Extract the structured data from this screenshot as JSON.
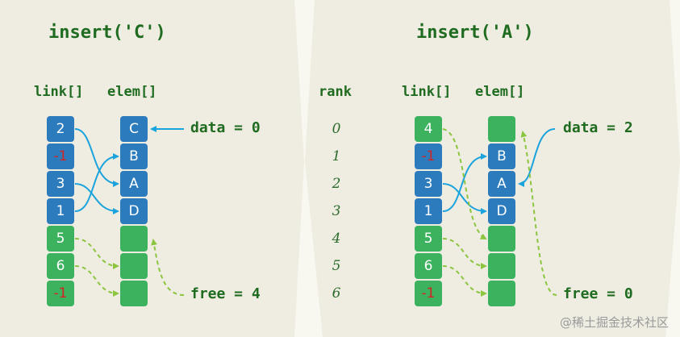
{
  "colors": {
    "blue": "#2b7bbd",
    "green": "#3cb25f",
    "negative": "#d42424",
    "text": "#1f6b20",
    "arrow_blue": "#1aa3dc",
    "arrow_green": "#8cc53f"
  },
  "ranks": [
    "0",
    "1",
    "2",
    "3",
    "4",
    "5",
    "6"
  ],
  "rank_header": "rank",
  "panels": [
    {
      "title": "insert('C')",
      "link_header": "link[]",
      "elem_header": "elem[]",
      "link": [
        {
          "text": "2",
          "color": "blue"
        },
        {
          "text": "-1",
          "color": "blue",
          "negative": true
        },
        {
          "text": "3",
          "color": "blue"
        },
        {
          "text": "1",
          "color": "blue"
        },
        {
          "text": "5",
          "color": "green"
        },
        {
          "text": "6",
          "color": "green"
        },
        {
          "text": "-1",
          "color": "green",
          "negative": true
        }
      ],
      "elem": [
        {
          "text": "C",
          "color": "blue"
        },
        {
          "text": "B",
          "color": "blue"
        },
        {
          "text": "A",
          "color": "blue"
        },
        {
          "text": "D",
          "color": "blue"
        },
        {
          "text": "",
          "color": "green"
        },
        {
          "text": "",
          "color": "green"
        },
        {
          "text": "",
          "color": "green"
        }
      ],
      "data_label": "data = 0",
      "free_label": "free = 4"
    },
    {
      "title": "insert('A')",
      "link_header": "link[]",
      "elem_header": "elem[]",
      "link": [
        {
          "text": "4",
          "color": "green"
        },
        {
          "text": "-1",
          "color": "blue",
          "negative": true
        },
        {
          "text": "3",
          "color": "blue"
        },
        {
          "text": "1",
          "color": "blue"
        },
        {
          "text": "5",
          "color": "green"
        },
        {
          "text": "6",
          "color": "green"
        },
        {
          "text": "-1",
          "color": "green",
          "negative": true
        }
      ],
      "elem": [
        {
          "text": "",
          "color": "green"
        },
        {
          "text": "B",
          "color": "blue"
        },
        {
          "text": "A",
          "color": "blue"
        },
        {
          "text": "D",
          "color": "blue"
        },
        {
          "text": "",
          "color": "green"
        },
        {
          "text": "",
          "color": "green"
        },
        {
          "text": "",
          "color": "green"
        }
      ],
      "data_label": "data = 2",
      "free_label": "free = 0"
    }
  ],
  "watermark": "@稀土掘金技术社区"
}
